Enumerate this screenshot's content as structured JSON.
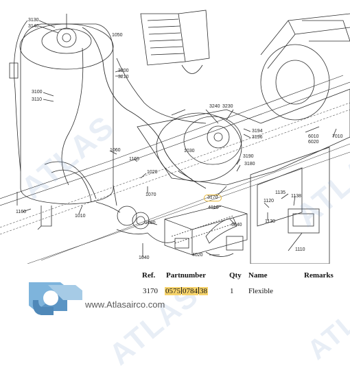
{
  "callouts": [
    {
      "id": "3130",
      "text": "3130"
    },
    {
      "id": "3140",
      "text": "3140"
    },
    {
      "id": "1050",
      "text": "1050"
    },
    {
      "id": "3200",
      "text": "3200"
    },
    {
      "id": "3210",
      "text": "3210"
    },
    {
      "id": "3100",
      "text": "3100"
    },
    {
      "id": "3110",
      "text": "3110"
    },
    {
      "id": "3240",
      "text": "3240"
    },
    {
      "id": "3230",
      "text": "3230"
    },
    {
      "id": "3194",
      "text": "3194"
    },
    {
      "id": "3196",
      "text": "3196"
    },
    {
      "id": "6010",
      "text": "6010"
    },
    {
      "id": "6020",
      "text": "6020"
    },
    {
      "id": "7010",
      "text": "7010"
    },
    {
      "id": "1060",
      "text": "1060"
    },
    {
      "id": "1030",
      "text": "1030"
    },
    {
      "id": "1165",
      "text": "1165"
    },
    {
      "id": "3190",
      "text": "3190"
    },
    {
      "id": "3180",
      "text": "3180"
    },
    {
      "id": "1020",
      "text": "1020"
    },
    {
      "id": "1070",
      "text": "1070"
    },
    {
      "id": "3170",
      "text": "3170"
    },
    {
      "id": "1135",
      "text": "1135"
    },
    {
      "id": "1120",
      "text": "1120"
    },
    {
      "id": "1138",
      "text": "1138"
    },
    {
      "id": "1130",
      "text": "1130"
    },
    {
      "id": "1160",
      "text": "1160"
    },
    {
      "id": "1010",
      "text": "1010"
    },
    {
      "id": "4010",
      "text": "4010"
    },
    {
      "id": "1080",
      "text": "1080"
    },
    {
      "id": "6040",
      "text": "6040"
    },
    {
      "id": "1110",
      "text": "1110"
    },
    {
      "id": "1040",
      "text": "1040"
    },
    {
      "id": "4020",
      "text": "4020"
    }
  ],
  "watermark": {
    "text": "ATLAS"
  },
  "table": {
    "headers": {
      "ref": "Ref.",
      "partnumber": "Partnumber",
      "qty": "Qty",
      "name": "Name",
      "remarks": "Remarks"
    },
    "row": {
      "ref": "3170",
      "pn_parts": [
        "0575",
        "0784",
        "38"
      ],
      "qty": "1",
      "name": "Flexible",
      "remarks": ""
    }
  },
  "brand": {
    "site": "www.Atlasairco.com"
  }
}
